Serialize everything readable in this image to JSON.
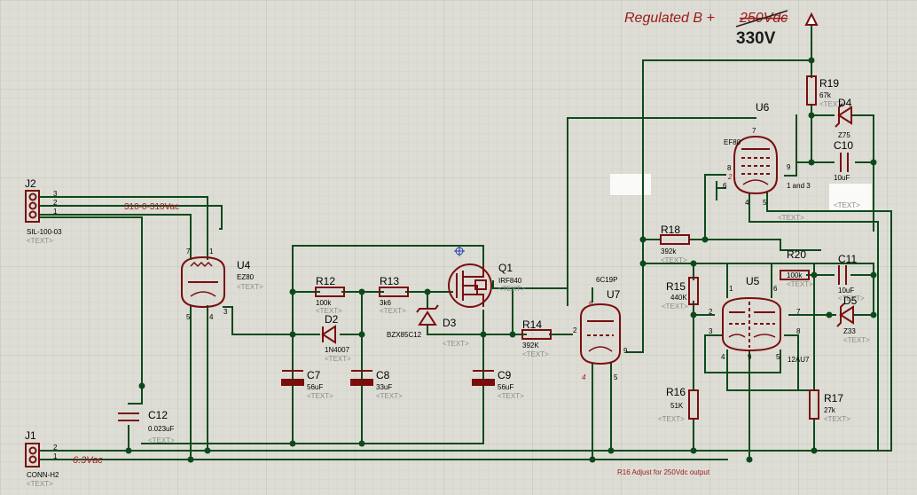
{
  "title": {
    "text": "Regulated B +",
    "struck": "250Vdc",
    "new": "330V"
  },
  "notes": {
    "secondary": "310-0-310Vac",
    "heater": "6.3Vac",
    "adjust": "R16 Adjust for 250Vdc output"
  },
  "placeholder": "<TEXT>",
  "connectors": {
    "j2": {
      "ref": "J2",
      "value": "SIL-100-03",
      "pins": [
        "3",
        "2",
        "1"
      ]
    },
    "j1": {
      "ref": "J1",
      "value": "CONN-H2",
      "pins": [
        "2",
        "1"
      ]
    }
  },
  "tubes": {
    "u4": {
      "ref": "U4",
      "value": "EZ80",
      "pins": [
        "7",
        "1",
        "5",
        "4",
        "3"
      ]
    },
    "u7": {
      "ref": "U7",
      "value": "6C19P",
      "pins": [
        "6",
        "2",
        "9",
        "4",
        "5"
      ]
    },
    "u6": {
      "ref": "U6",
      "value": "EF80",
      "pins": [
        "7",
        "8",
        "9",
        "2",
        "6",
        "4",
        "5"
      ],
      "pin_note": "1 and 3"
    },
    "u5": {
      "ref": "U5",
      "value": "12AU7",
      "pins": [
        "1",
        "6",
        "2",
        "7",
        "3",
        "8",
        "4",
        "9",
        "5"
      ]
    }
  },
  "mosfet": {
    "ref": "Q1",
    "value": "IRF840"
  },
  "resistors": [
    {
      "ref": "R12",
      "value": "100k"
    },
    {
      "ref": "R13",
      "value": "3k6"
    },
    {
      "ref": "R14",
      "value": "392K"
    },
    {
      "ref": "R15",
      "value": "440K"
    },
    {
      "ref": "R16",
      "value": "51K"
    },
    {
      "ref": "R17",
      "value": "27k"
    },
    {
      "ref": "R18",
      "value": "392k"
    },
    {
      "ref": "R19",
      "value": "67k"
    },
    {
      "ref": "R20",
      "value": "100k"
    }
  ],
  "capacitors": [
    {
      "ref": "C7",
      "value": "56uF"
    },
    {
      "ref": "C8",
      "value": "33uF"
    },
    {
      "ref": "C9",
      "value": "56uF"
    },
    {
      "ref": "C10",
      "value": "10uF"
    },
    {
      "ref": "C11",
      "value": "10uF"
    },
    {
      "ref": "C12",
      "value": "0.023uF"
    }
  ],
  "diodes": [
    {
      "ref": "D2",
      "value": "1N4007"
    },
    {
      "ref": "D3",
      "value": "BZX85C12"
    },
    {
      "ref": "D4",
      "value": "Z75"
    },
    {
      "ref": "D5",
      "value": "Z33"
    }
  ],
  "colors": {
    "background": "#ddddd5",
    "grid": "#c9c9c1",
    "wire": "#0c4a1c",
    "component": "#7a0e0e",
    "label": "#000000",
    "placeholder": "#8a8a8a",
    "title": "#9b1a1a",
    "highlight": "#ffffff"
  }
}
